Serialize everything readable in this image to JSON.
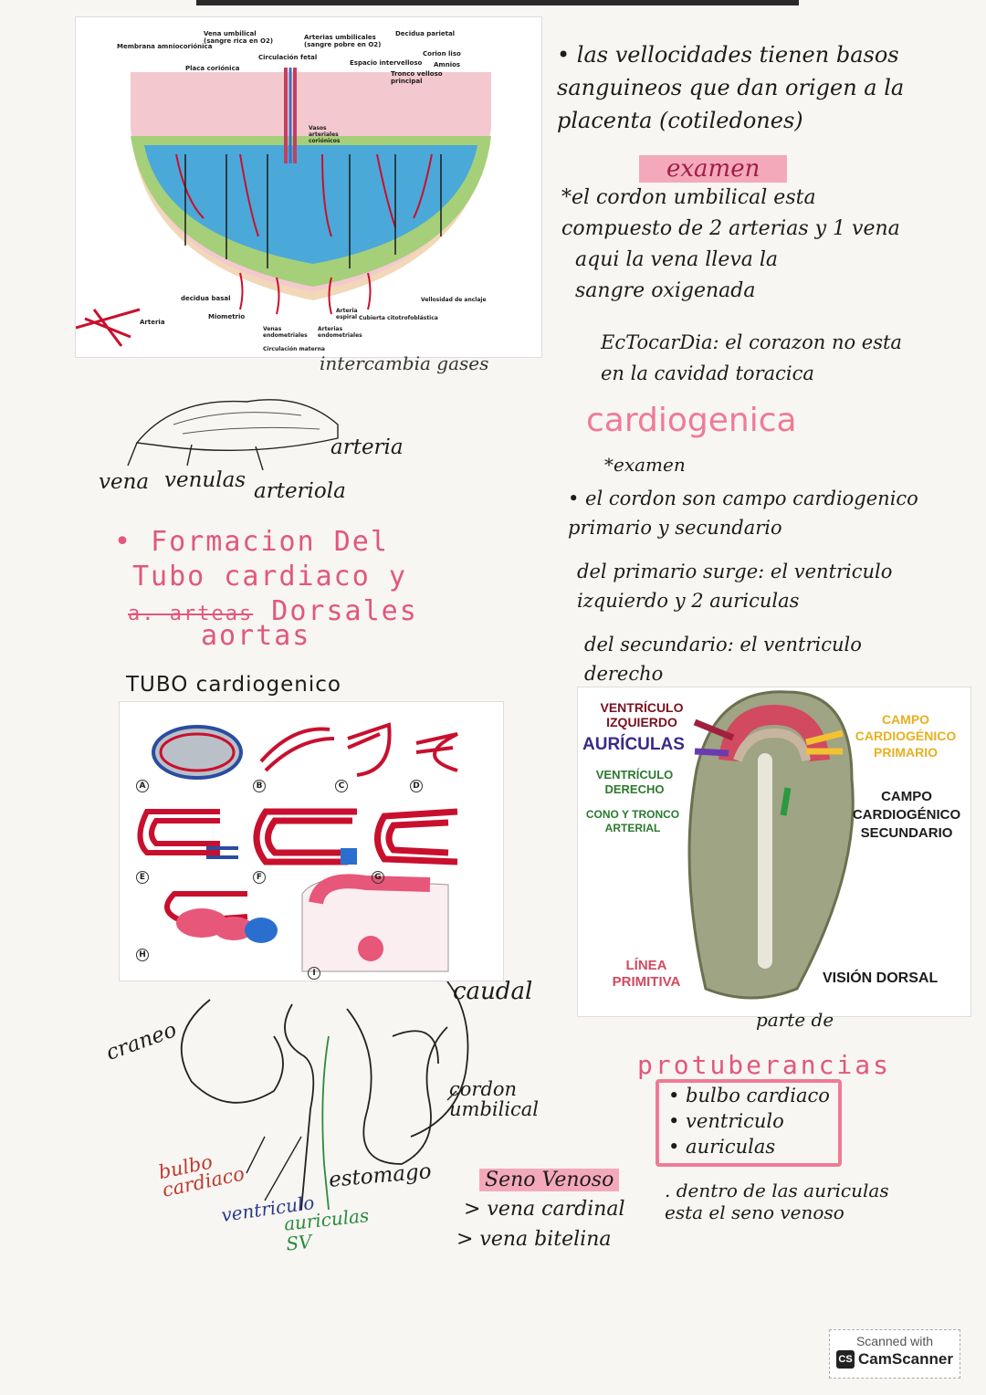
{
  "placenta_figure": {
    "labels": {
      "membrana": "Membrana amniocoriónica",
      "vena_umbilical": "Vena umbilical (sangre rica en O2)",
      "arterias_umbilicales": "Arterias umbilicales (sangre pobre en O2)",
      "decidua_parietal": "Decidua parietal",
      "placa_corionica": "Placa coriónica",
      "circulacion_fetal": "Circulación fetal",
      "espacio_intervelloso": "Espacio intervelloso",
      "corion_liso": "Corion liso",
      "amnios": "Amnios",
      "tronco_velloso": "Tronco velloso principal",
      "vasos_arteriales": "Vasos arteriales coriónicos",
      "arteria": "Arteria",
      "decidua_basal": "decidua basal",
      "miometrio": "Miometrio",
      "venas_endometriales": "Venas endometriales",
      "arterias_endometriales": "Arterias endometriales",
      "arteria_espiral": "Arteria espiral",
      "cubierta": "Cubierta citotrofoblástica",
      "vellosidad": "Vellosidad de anclaje",
      "circulacion_materna": "Circulación materna",
      "intercambia": "intercambia gases"
    }
  },
  "vessel_sketch": {
    "vena": "vena",
    "venulas": "venulas",
    "arteriola": "arteriola",
    "arteria": "arteria"
  },
  "formation_heading": {
    "line1": "• Formacion Del",
    "line2": "Tubo cardiaco y",
    "line3_struck": "a. arteas",
    "line3": "Dorsales",
    "line4": "aortas"
  },
  "tubo_label": "TUBO cardiogenico",
  "tubo_figure": {
    "panels": [
      "A",
      "B",
      "C",
      "D",
      "E",
      "F",
      "G",
      "H",
      "I"
    ]
  },
  "heart_sketch": {
    "craneo": "craneo",
    "caudal": "caudal",
    "cordon": "cordon umbilical",
    "bulbo": "bulbo cardiaco",
    "ventriculo": "ventriculo",
    "auriculas": "auriculas SV",
    "estomago": "estomago"
  },
  "right_notes": {
    "vellosidades": "• las vellocidades tienen basos sanguineos que dan origen a la placenta (cotiledones)",
    "examen": "examen",
    "cordon_umbilical": "*el cordon umbilical esta compuesto de 2 arterias y 1 vena",
    "vena_oxigenada": "aqui la vena lleva la sangre oxigenada",
    "ectocardia": "EcTocarDia: el corazon no esta en la cavidad toracica",
    "cardiogenica": "cardiogenica",
    "examen2": "*examen",
    "campo": "• el cordon son campo cardiogenico primario y secundario",
    "primario": "del primario surge: el ventriculo izquierdo y 2 auriculas",
    "secundario": "del secundario: el ventriculo derecho"
  },
  "campo_figure": {
    "ventriculo_izq": "VENTRÍCULO IZQUIERDO",
    "auriculas": "AURÍCULAS",
    "ventriculo_der": "VENTRÍCULO DERECHO",
    "cono": "CONO Y TRONCO ARTERIAL",
    "campo_primario": "CAMPO CARDIOGÉNICO PRIMARIO",
    "campo_secundario": "CAMPO CARDIOGÉNICO SECUNDARIO",
    "linea": "LÍNEA PRIMITIVA",
    "vision": "VISIÓN DORSAL"
  },
  "lower_notes": {
    "parte_de": "parte de",
    "protuberancias": "protuberancias",
    "items": [
      "• bulbo cardiaco",
      "• ventriculo",
      "• auriculas"
    ],
    "seno_venoso": "Seno Venoso",
    "vena_cardinal": "> vena cardinal",
    "vena_bitelina": "> vena bitelina",
    "dentro": ". dentro de las auriculas esta el seno venoso"
  },
  "scanner": {
    "scanned_with": "Scanned with",
    "app": "CamScanner"
  },
  "colors": {
    "pink": "#e2577a",
    "highlight": "#f4a9ba",
    "placenta_blue": "#4aa9d8",
    "placenta_green": "#a6cf7a"
  }
}
